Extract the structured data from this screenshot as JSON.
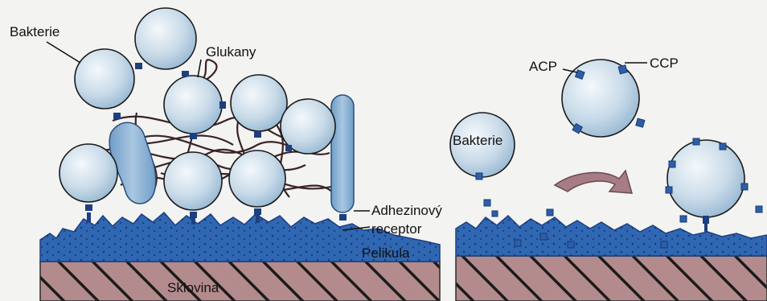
{
  "labels": {
    "bacteria_left": "Bakterie",
    "glucans": "Glukany",
    "adhesin_receptor_line1": "Adhezinový",
    "adhesin_receptor_line2": "receptor",
    "pellicle": "Pelikula",
    "enamel": "Sklovina",
    "acp": "ACP",
    "ccp": "CCP",
    "bacteria_right": "Bakterie"
  },
  "colors": {
    "bacterium_fill": "#c9dbe9",
    "bacterium_stroke": "#1a1a1a",
    "pellicle_fill": "#2f67b3",
    "enamel_fill": "#b48b8c",
    "connector": "#1d3f80",
    "arrow": "#a77c84"
  },
  "icons": {
    "rotation_arrow": "curved-arrow-icon"
  }
}
